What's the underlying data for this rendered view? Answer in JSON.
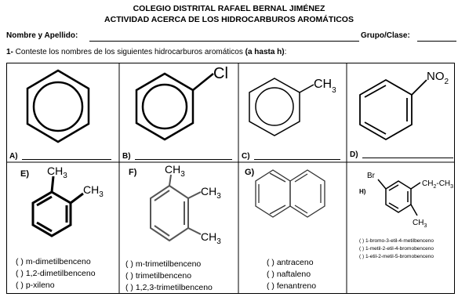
{
  "header": {
    "school": "COLEGIO DISTRITAL RAFAEL BERNAL JIMÉNEZ",
    "activity": "ACTIVIDAD ACERCA DE LOS HIDROCARBUROS AROMÁTICOS"
  },
  "form": {
    "name_label": "Nombre y Apellido:",
    "group_label": "Grupo/Clase:"
  },
  "instruction": {
    "number": "1-",
    "text": " Conteste los nombres de los siguientes hidrocarburos aromáticos ",
    "range": "(a hasta h)",
    "end": ":"
  },
  "items": {
    "a": {
      "label": "A)"
    },
    "b": {
      "label": "B)",
      "substituent": "Cl"
    },
    "c": {
      "label": "C)",
      "substituent": "CH",
      "sub": "3"
    },
    "d": {
      "label": "D)",
      "substituent": "NO",
      "sub": "2"
    },
    "e": {
      "label": "E)",
      "sub1": "CH",
      "sub1_n": "3",
      "sub2": "CH",
      "sub2_n": "3",
      "options": [
        "(  ) m-dimetilbenceno",
        "(  ) 1,2-dimetilbenceno",
        "(  ) p-xileno"
      ]
    },
    "f": {
      "label": "F)",
      "sub1": "CH",
      "sub1_n": "3",
      "sub2": "CH",
      "sub2_n": "3",
      "sub3": "CH",
      "sub3_n": "3",
      "options": [
        "(  ) m-trimetilbenceno",
        "(  ) trimetilbenceno",
        "(  ) 1,2,3-trimetilbenceno"
      ]
    },
    "g": {
      "label": "G)",
      "options": [
        "(  ) antraceno",
        "(  ) naftaleno",
        "(  ) fenantreno"
      ]
    },
    "h": {
      "label": "H)",
      "sub_br": "Br",
      "sub_ethyl": "CH",
      "ethyl_n": "2",
      "ethyl_end": "-CH",
      "ethyl_end_n": "3",
      "sub_methyl": "CH",
      "methyl_n": "3",
      "options": [
        "(  ) 1-bromo-3-etil-4-metilbenceno",
        "(  ) 1-metil-2-etil-4-bromobenceno",
        "(  ) 1-etil-2-metil-5-bromobenceno"
      ]
    }
  }
}
